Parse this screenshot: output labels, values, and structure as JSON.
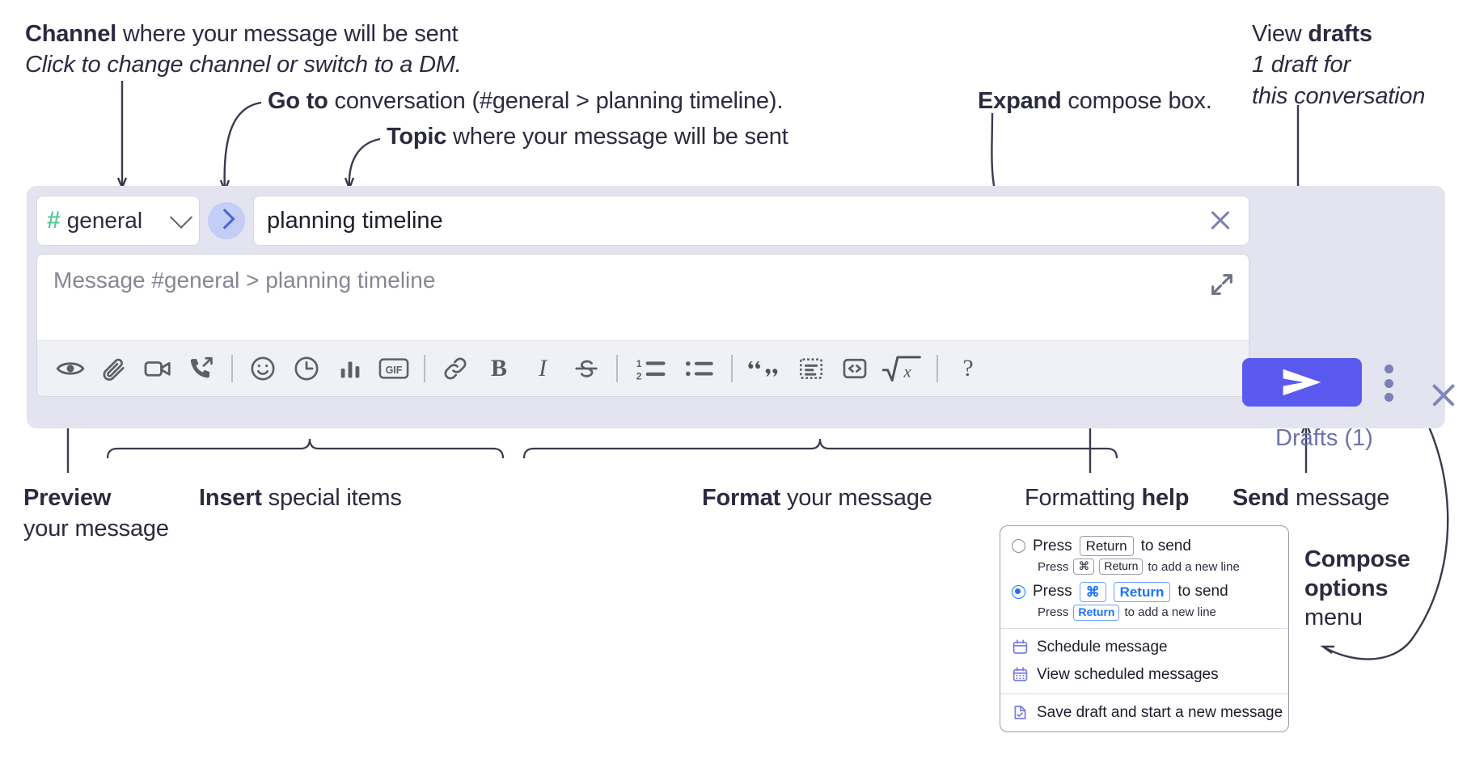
{
  "annotations": {
    "channel": {
      "bold": "Channel",
      "rest": " where your message will be sent",
      "italic_line": "Click to change channel or switch to a DM."
    },
    "goto": {
      "bold": "Go to",
      "rest": " conversation (#general > planning timeline)."
    },
    "topic": {
      "bold": "Topic",
      "rest": " where your message will be sent"
    },
    "expand": {
      "bold": "Expand",
      "rest": " compose box."
    },
    "drafts": {
      "plain": "View ",
      "bold": "drafts",
      "italic_line_1": "1 draft for",
      "italic_line_2": "this conversation"
    },
    "preview": {
      "bold": "Preview",
      "line2": "your message"
    },
    "insert": {
      "bold": "Insert",
      "rest": " special items"
    },
    "format": {
      "bold": "Format",
      "rest": " your message"
    },
    "help": {
      "plain": "Formatting ",
      "bold": "help"
    },
    "send": {
      "bold": "Send",
      "rest": " message"
    },
    "compose_options": {
      "bold_1": "Compose",
      "bold_2": "options",
      "plain": "menu"
    }
  },
  "compose": {
    "channel": {
      "hash": "#",
      "name": "general"
    },
    "topic_value": "planning timeline",
    "message_placeholder": "Message #general > planning timeline",
    "drafts_label": "Drafts (1)",
    "toolbar": [
      {
        "name": "preview-icon",
        "label": "Preview"
      },
      {
        "name": "attachment-icon",
        "label": "Attach file"
      },
      {
        "name": "video-icon",
        "label": "Record video clip"
      },
      {
        "name": "audio-call-icon",
        "label": "Record audio clip"
      },
      {
        "name": "separator",
        "label": ""
      },
      {
        "name": "emoji-icon",
        "label": "Emoji"
      },
      {
        "name": "clock-icon",
        "label": "Reminder"
      },
      {
        "name": "poll-icon",
        "label": "Poll"
      },
      {
        "name": "gif-icon",
        "label": "GIF"
      },
      {
        "name": "separator",
        "label": ""
      },
      {
        "name": "link-icon",
        "label": "Link"
      },
      {
        "name": "bold-icon",
        "label": "Bold"
      },
      {
        "name": "italic-icon",
        "label": "Italic"
      },
      {
        "name": "strikethrough-icon",
        "label": "Strikethrough"
      },
      {
        "name": "separator",
        "label": ""
      },
      {
        "name": "ordered-list-icon",
        "label": "Ordered list"
      },
      {
        "name": "bulleted-list-icon",
        "label": "Bulleted list"
      },
      {
        "name": "separator",
        "label": ""
      },
      {
        "name": "blockquote-icon",
        "label": "Blockquote"
      },
      {
        "name": "code-block-icon",
        "label": "Code block"
      },
      {
        "name": "inline-code-icon",
        "label": "Inline code"
      },
      {
        "name": "math-icon",
        "label": "Math"
      },
      {
        "name": "separator",
        "label": ""
      },
      {
        "name": "help-icon",
        "label": "Formatting help"
      }
    ]
  },
  "options_menu": {
    "radio_1": {
      "selected": false,
      "prefix": "Press",
      "key": "Return",
      "suffix": "to send",
      "sub_prefix": "Press",
      "sub_key_1": "⌘",
      "sub_key_2": "Return",
      "sub_suffix": "to add a new line"
    },
    "radio_2": {
      "selected": true,
      "prefix": "Press",
      "key_1": "⌘",
      "key_2": "Return",
      "suffix": "to send",
      "sub_prefix": "Press",
      "sub_key": "Return",
      "sub_suffix": "to add a new line"
    },
    "items": [
      {
        "icon": "calendar-icon",
        "label": "Schedule message"
      },
      {
        "icon": "calendar-grid-icon",
        "label": "View scheduled messages"
      },
      {
        "icon": "save-draft-icon",
        "label": "Save draft and start a new message"
      }
    ]
  },
  "colors": {
    "panel_bg": "#e3e4ef",
    "send_button": "#5a5af0",
    "channel_hash": "#5fc99a",
    "goto_button_bg": "#c3cdf6",
    "drafts_text": "#6d72ad",
    "radio_selected": "#1a73ff",
    "menu_icon": "#7b7fe0"
  }
}
